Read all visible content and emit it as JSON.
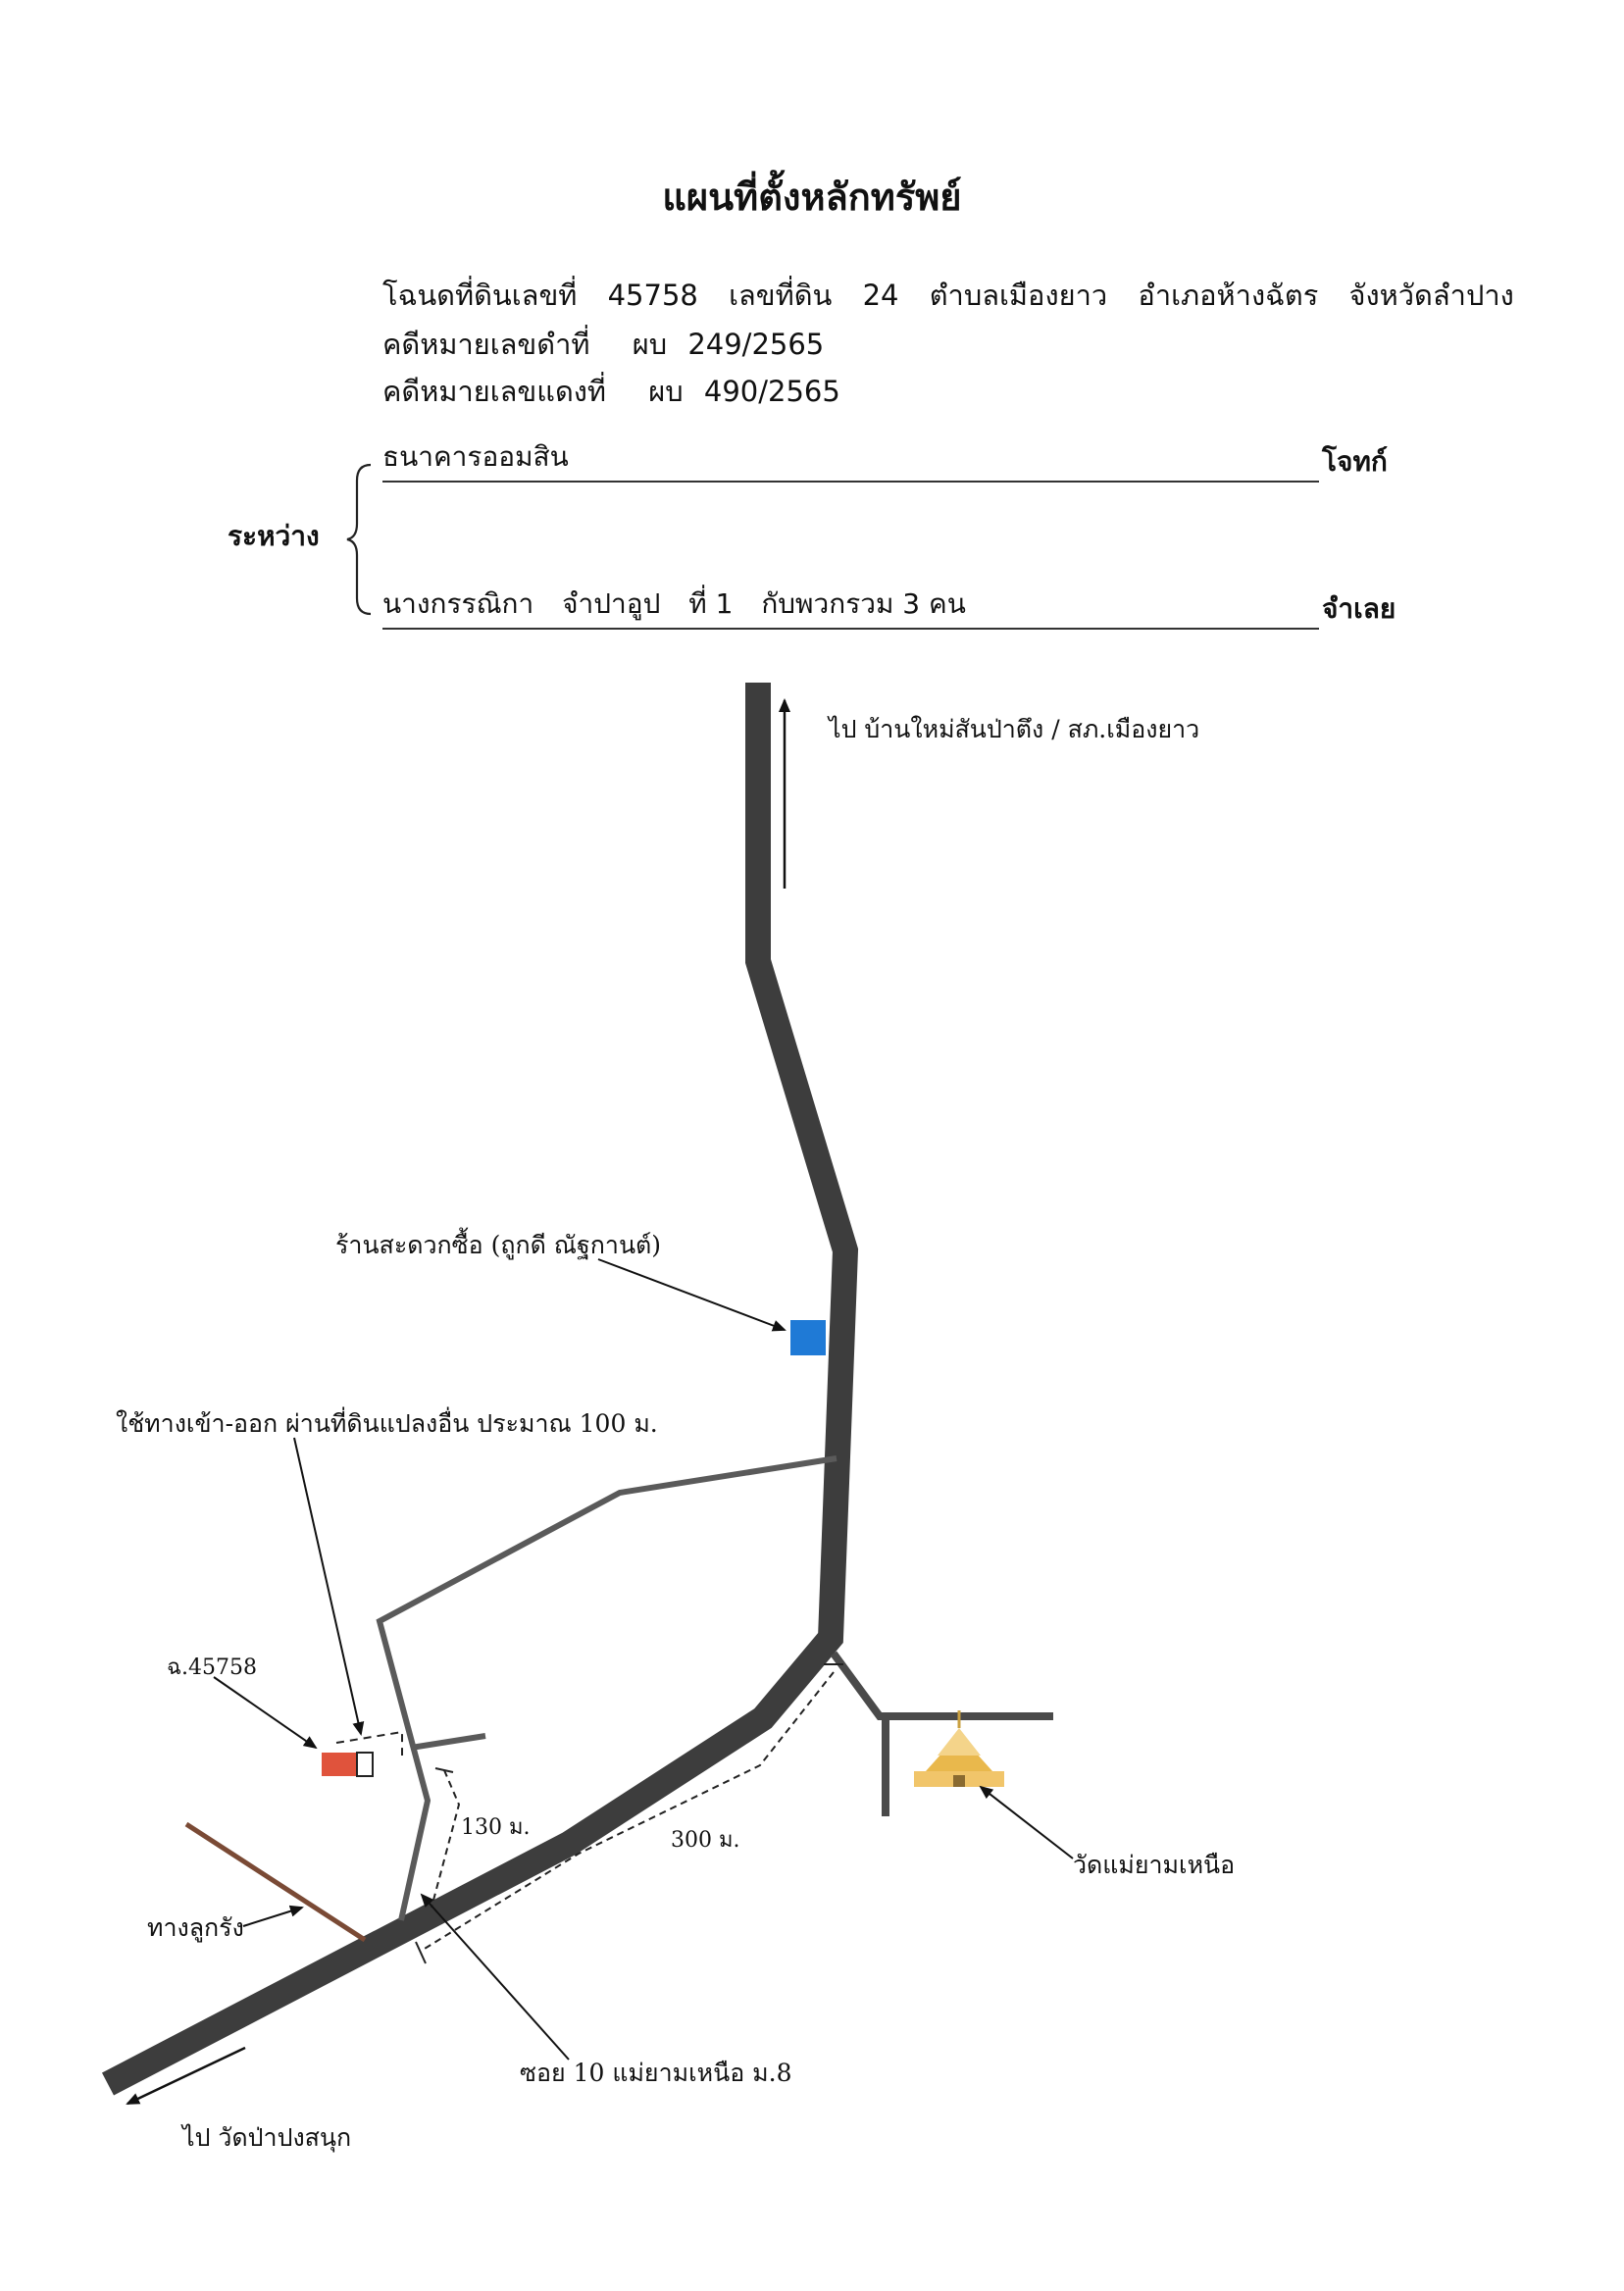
{
  "header": {
    "title": "แผนที่ตั้งหลักทรัพย์",
    "deed": {
      "label": "โฉนดที่ดินเลขที่",
      "number": "45758",
      "land_no_label": "เลขที่ดิน",
      "land_no": "24",
      "subdistrict": "ตำบลเมืองยาว",
      "district": "อำเภอห้างฉัตร",
      "province": "จังหวัดลำปาง"
    },
    "black_case": {
      "label": "คดีหมายเลขดำที่",
      "prefix": "ผบ",
      "number": "249/2565"
    },
    "red_case": {
      "label": "คดีหมายเลขแดงที่",
      "prefix": "ผบ",
      "number": "490/2565"
    }
  },
  "parties": {
    "between_label": "ระหว่าง",
    "plaintiff": {
      "name": "ธนาคารออมสิน",
      "role": "โจทก์"
    },
    "defendant": {
      "name": "นางกรรณิกา",
      "surname": "จำปาอูป",
      "ordinal": "ที่ 1",
      "group": "กับพวกรวม 3 คน",
      "role": "จำเลย"
    }
  },
  "map": {
    "labels": {
      "north_destination": "ไป บ้านใหม่สันป่าตึง / สภ.เมืองยาว",
      "shop": "ร้านสะดวกซื้อ (ถูกดี ณัฐกานต์)",
      "access_road": "ใช้ทางเข้า-ออก ผ่านที่ดินแปลงอื่น ประมาณ 100 ม.",
      "parcel": "ฉ.45758",
      "distance_130": "130 ม.",
      "distance_300": "300 ม.",
      "temple": "วัดแม่ยามเหนือ",
      "lane_road": "ทางลูกรัง",
      "soi": "ซอย 10 แม่ยามเหนือ ม.8",
      "south_destination": "ไป วัดป่าปงสนุก"
    },
    "colors": {
      "main_road": "#3d3d3d",
      "secondary_road": "#5a5a5a",
      "dirt_road": "#7a4a35",
      "shop": "#1f7ad6",
      "parcel": "#e0533c",
      "temple": "#e9b84c"
    }
  }
}
